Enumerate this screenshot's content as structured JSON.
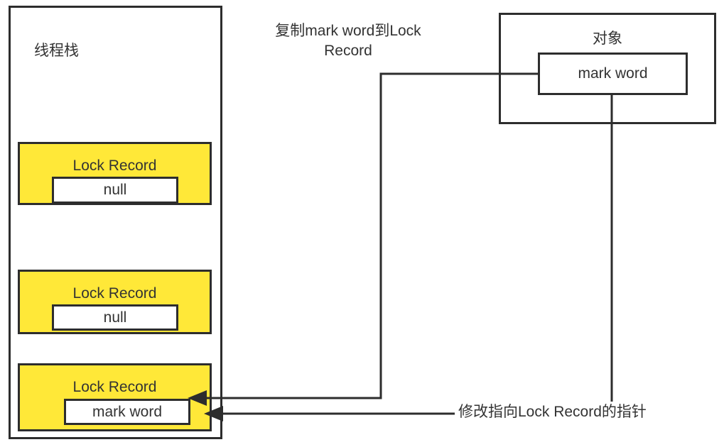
{
  "diagram": {
    "title_context": "lightweight-locking-diagram",
    "colors": {
      "lock_record_fill": "#ffe838",
      "stroke": "#2d2d2d",
      "background": "#ffffff",
      "text": "#333333"
    },
    "thread_stack": {
      "label": "线程栈",
      "lock_records": [
        {
          "label": "Lock Record",
          "value": "null"
        },
        {
          "label": "Lock Record",
          "value": "null"
        },
        {
          "label": "Lock Record",
          "value": "mark word"
        }
      ]
    },
    "object_box": {
      "label": "对象",
      "mark_word": "mark word"
    },
    "annotations": {
      "copy_label": "复制mark word到Lock Record",
      "modify_label": "修改指向Lock Record的指针"
    }
  }
}
